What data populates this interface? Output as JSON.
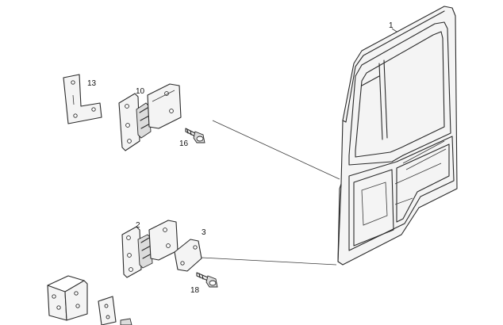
{
  "callouts": {
    "door": "1",
    "hinge_lower": "2",
    "plate_oval": "3",
    "hinge_upper": "10",
    "shim_l": "13",
    "bolt_upper": "16",
    "bolt_lower": "18"
  }
}
